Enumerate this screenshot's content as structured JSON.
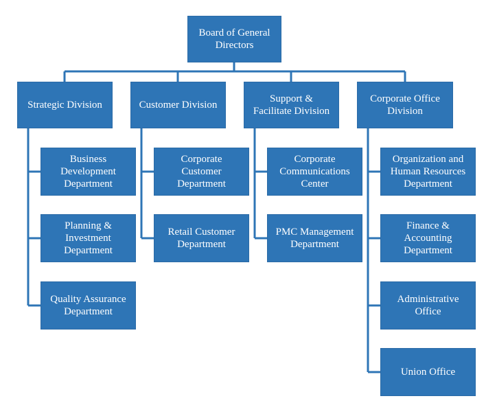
{
  "colors": {
    "box_fill": "#2e75b6",
    "connector": "#2e75b6",
    "text": "#ffffff"
  },
  "root": {
    "label": "Board of General\nDirectors"
  },
  "divisions": [
    {
      "label": "Strategic Division",
      "departments": [
        {
          "label": "Business\nDevelopment\nDepartment"
        },
        {
          "label": "Planning &\nInvestment\nDepartment"
        },
        {
          "label": "Quality Assurance\nDepartment"
        }
      ]
    },
    {
      "label": "Customer Division",
      "departments": [
        {
          "label": "Corporate\nCustomer\nDepartment"
        },
        {
          "label": "Retail Customer\nDepartment"
        }
      ]
    },
    {
      "label": "Support &\nFacilitate Division",
      "departments": [
        {
          "label": "Corporate\nCommunications\nCenter"
        },
        {
          "label": "PMC Management\nDepartment"
        }
      ]
    },
    {
      "label": "Corporate Office\nDivision",
      "departments": [
        {
          "label": "Organization and\nHuman Resources\nDepartment"
        },
        {
          "label": "Finance &\nAccounting\nDepartment"
        },
        {
          "label": "Administrative\nOffice"
        },
        {
          "label": "Union Office"
        }
      ]
    }
  ]
}
